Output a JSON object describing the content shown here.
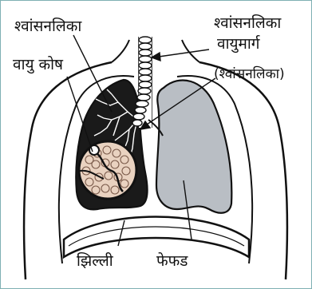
{
  "labels": {
    "bronchiole": "श्वांसनलिका",
    "trachea": "श्वांसनलिका",
    "airway": "वायुमार्ग",
    "airway_note": "(श्वांसनलिका)",
    "air_sac": "वायु कोष",
    "membrane": "झिल्ली",
    "lung": "फेफड"
  },
  "colors": {
    "frame_border": "#7fb0b3",
    "lung_fill": "#b9bec4",
    "lung_dark": "#1a1a1a",
    "airsac_fill": "#e9d2c0",
    "stroke": "#111111"
  }
}
